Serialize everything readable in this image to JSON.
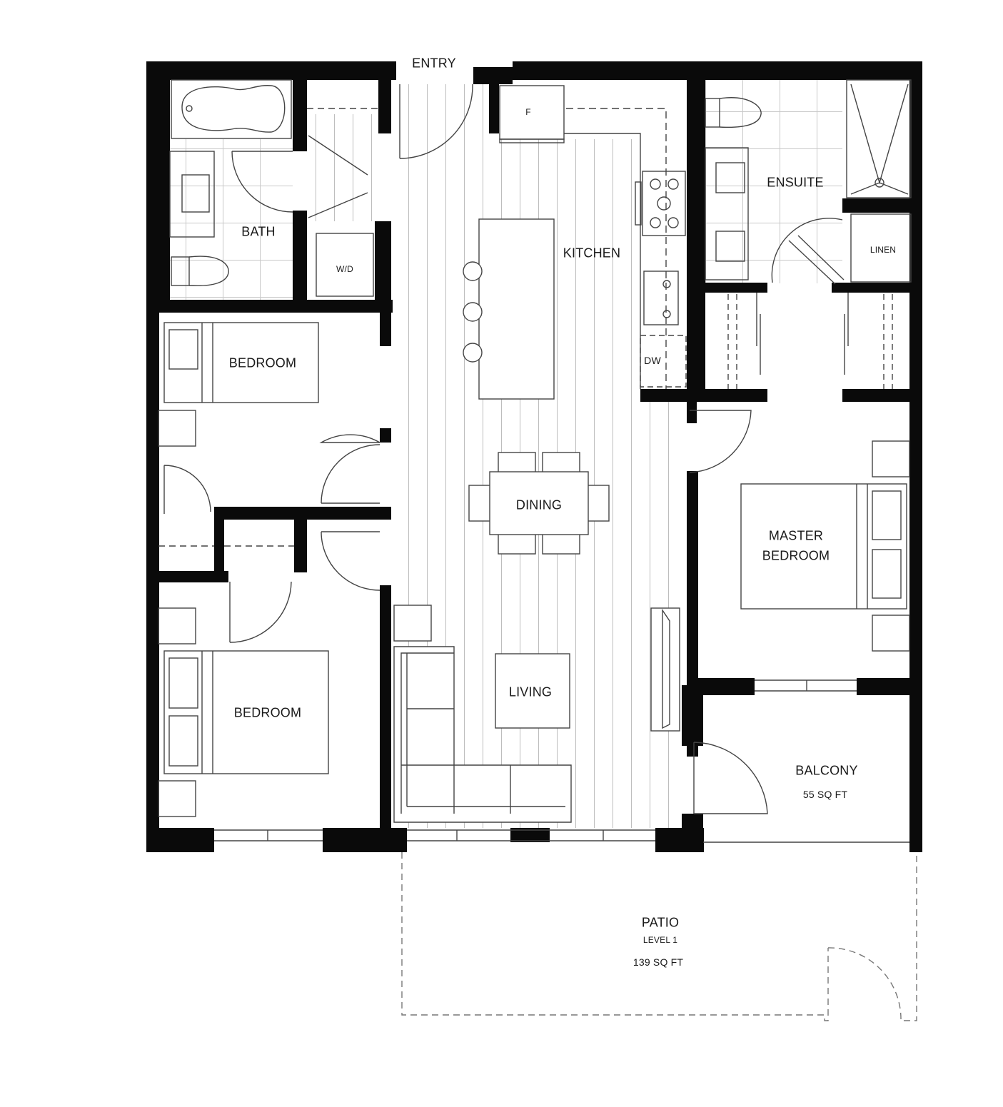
{
  "plan": {
    "type": "apartment floor plan",
    "colors": {
      "wall": "#0a0a0a",
      "line": "#555555",
      "floor_stripe": "#bdbdbd",
      "background": "#ffffff"
    }
  },
  "rooms": {
    "entry": {
      "label": "ENTRY"
    },
    "bath": {
      "label": "BATH"
    },
    "laundry": {
      "label": "W/D"
    },
    "fridge": {
      "label": "F"
    },
    "kitchen": {
      "label": "KITCHEN"
    },
    "dishwasher": {
      "label": "DW"
    },
    "ensuite": {
      "label": "ENSUITE"
    },
    "linen": {
      "label": "LINEN"
    },
    "bedroom1": {
      "label": "BEDROOM"
    },
    "bedroom2": {
      "label": "BEDROOM"
    },
    "dining": {
      "label": "DINING"
    },
    "living": {
      "label": "LIVING"
    },
    "master": {
      "label_line1": "MASTER",
      "label_line2": "BEDROOM"
    },
    "balcony": {
      "label": "BALCONY",
      "area": "55 SQ FT"
    },
    "patio": {
      "label": "PATIO",
      "sublabel": "LEVEL 1",
      "area": "139 SQ FT"
    }
  }
}
